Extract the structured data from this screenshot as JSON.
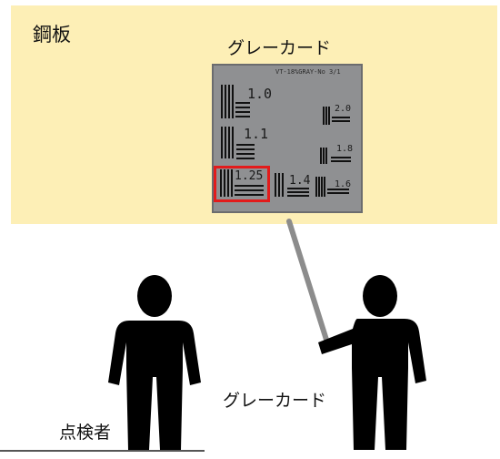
{
  "labels": {
    "steel_plate": "鋼板",
    "gray_card_top": "グレーカード",
    "gray_card_bottom": "グレーカード",
    "inspector": "点検者"
  },
  "card": {
    "id_text": "VT-18%GRAY-No 3/1",
    "targets": [
      "1.0",
      "1.1",
      "1.25",
      "1.4",
      "1.6",
      "2.0",
      "1.8"
    ],
    "highlighted_target": "1.25"
  },
  "colors": {
    "steel_plate_bg": "#fdefb6",
    "card_gray": "#8f9092",
    "highlight_red": "#e31b1b",
    "figure": "#000000",
    "pointer": "#8c8c8c"
  }
}
